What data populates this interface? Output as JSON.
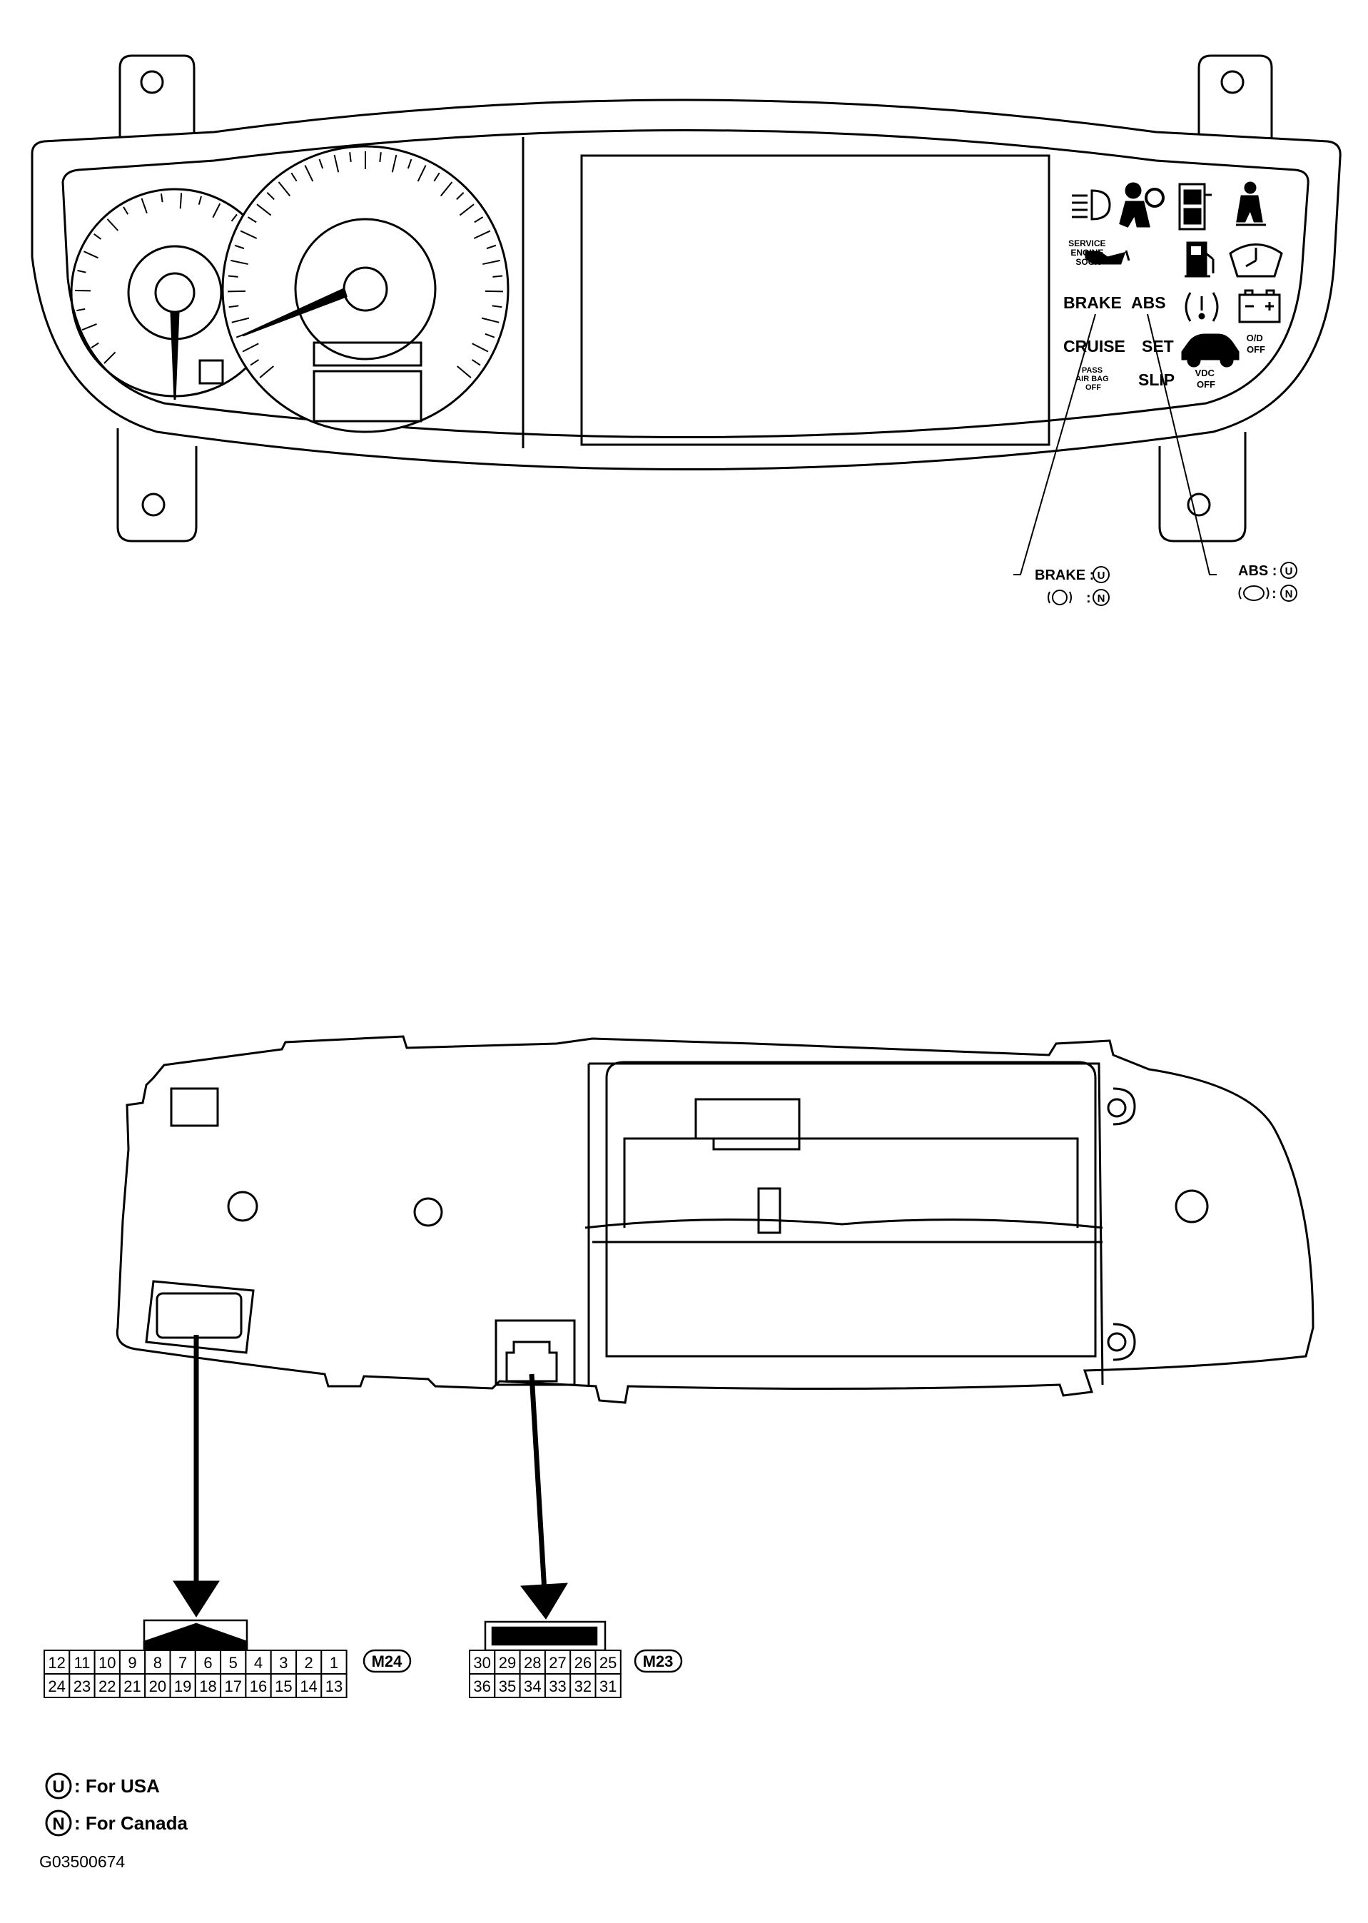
{
  "cluster_front": {
    "warning_labels": {
      "service_engine_soon": [
        "SERVICE",
        "ENGINE",
        "SOON"
      ],
      "brake": "BRAKE",
      "abs": "ABS",
      "cruise": "CRUISE",
      "set": "SET",
      "slip": "SLIP",
      "pass_airbag_off": [
        "PASS",
        "AIR BAG",
        "OFF"
      ],
      "vdc_off": [
        "VDC",
        "OFF"
      ],
      "od_off": [
        "O/D",
        "OFF"
      ]
    },
    "callouts": {
      "brake_usa": "BRAKE :",
      "brake_canada": ":",
      "abs_usa": "ABS :",
      "abs_canada": ":"
    },
    "icons": [
      "headlamp-icon",
      "airbag-icon",
      "door-open-icon",
      "seatbelt-icon",
      "oil-pressure-icon",
      "fuel-icon",
      "washer-icon",
      "tire-pressure-icon",
      "battery-icon",
      "vehicle-icon"
    ]
  },
  "connectors": {
    "m24": {
      "id": "M24",
      "top_row": [
        "12",
        "11",
        "10",
        "9",
        "8",
        "7",
        "6",
        "5",
        "4",
        "3",
        "2",
        "1"
      ],
      "bottom_row": [
        "24",
        "23",
        "22",
        "21",
        "20",
        "19",
        "18",
        "17",
        "16",
        "15",
        "14",
        "13"
      ]
    },
    "m23": {
      "id": "M23",
      "top_row": [
        "30",
        "29",
        "28",
        "27",
        "26",
        "25"
      ],
      "bottom_row": [
        "36",
        "35",
        "34",
        "33",
        "32",
        "31"
      ]
    }
  },
  "legend": {
    "usa_symbol": "U",
    "usa_text": ": For USA",
    "canada_symbol": "N",
    "canada_text": ": For Canada"
  },
  "figure_id": "G03500674"
}
